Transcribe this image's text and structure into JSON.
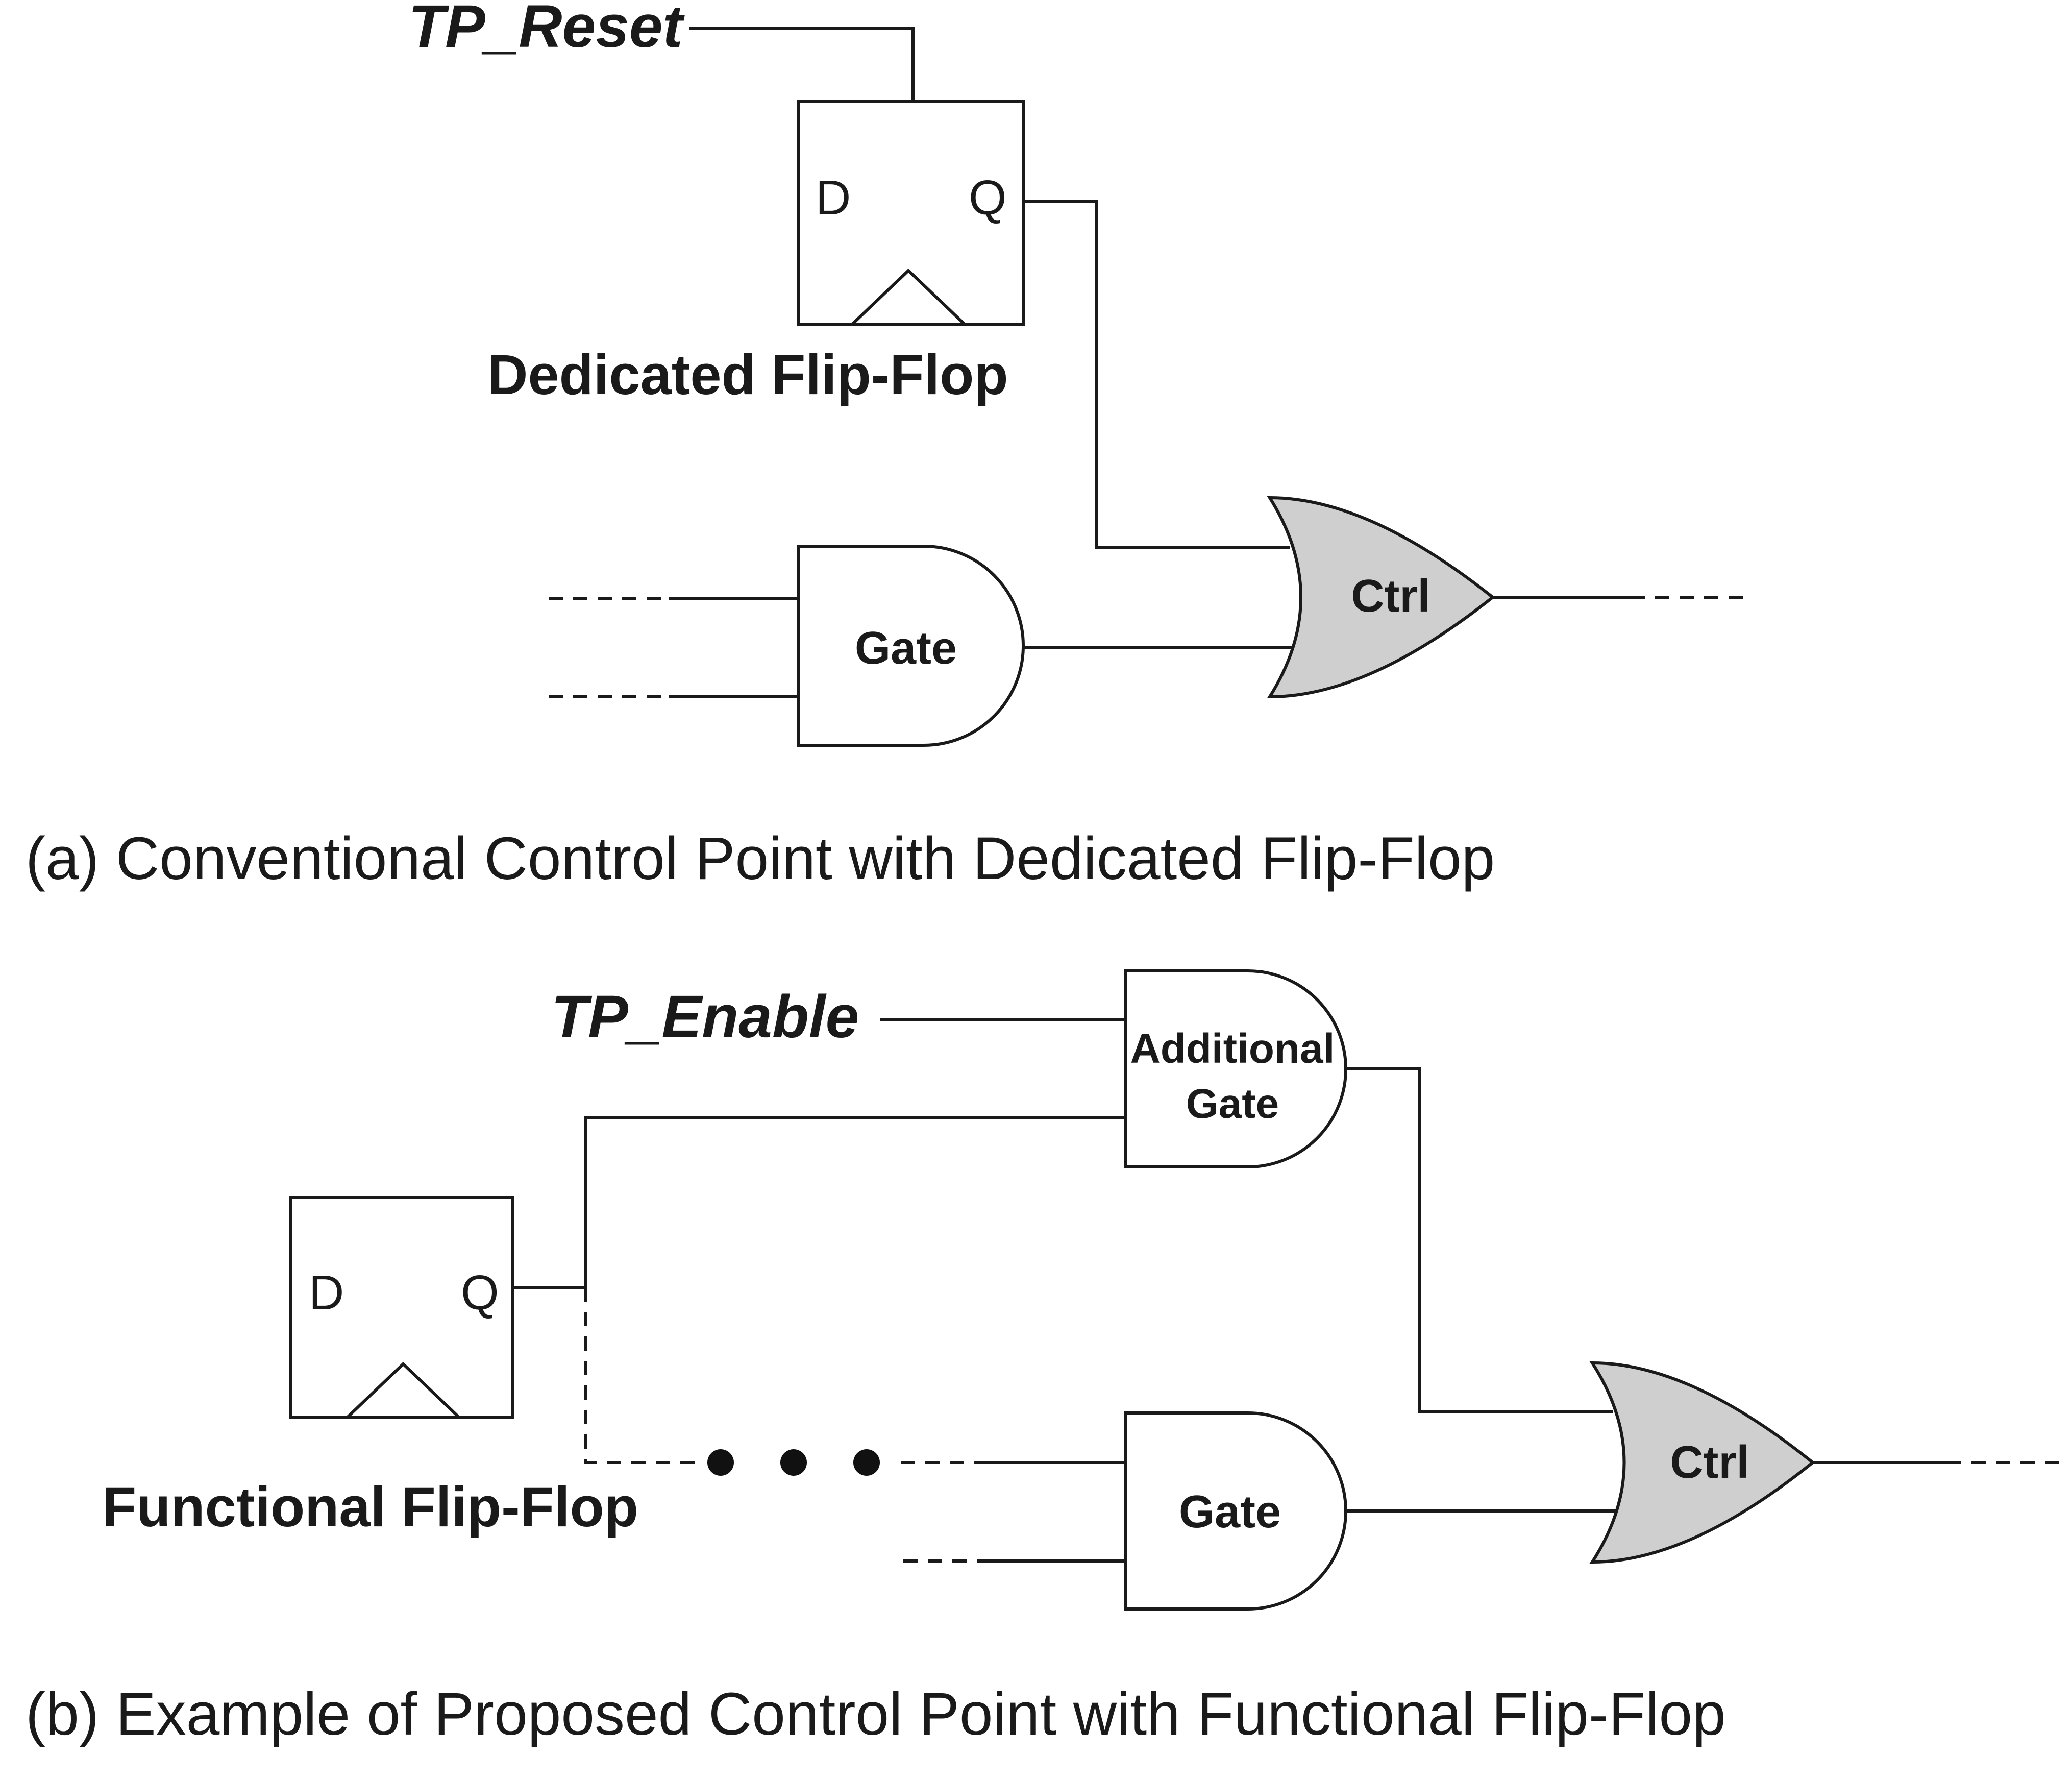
{
  "panel_a": {
    "reset_signal": "TP_Reset",
    "flip_flop": {
      "d_pin": "D",
      "q_pin": "Q",
      "label": "Dedicated Flip-Flop"
    },
    "gate_label": "Gate",
    "ctrl_label": "Ctrl",
    "caption": "(a) Conventional Control Point with Dedicated Flip-Flop"
  },
  "panel_b": {
    "enable_signal": "TP_Enable",
    "additional_gate": {
      "line1": "Additional",
      "line2": "Gate"
    },
    "flip_flop": {
      "d_pin": "D",
      "q_pin": "Q",
      "label": "Functional Flip-Flop"
    },
    "gate_label": "Gate",
    "ctrl_label": "Ctrl",
    "caption": "(b) Example of Proposed Control Point with Functional Flip-Flop"
  },
  "colors": {
    "line": "#1a1a1a",
    "ctrl_fill": "#cfcfcf",
    "background": "#ffffff"
  }
}
